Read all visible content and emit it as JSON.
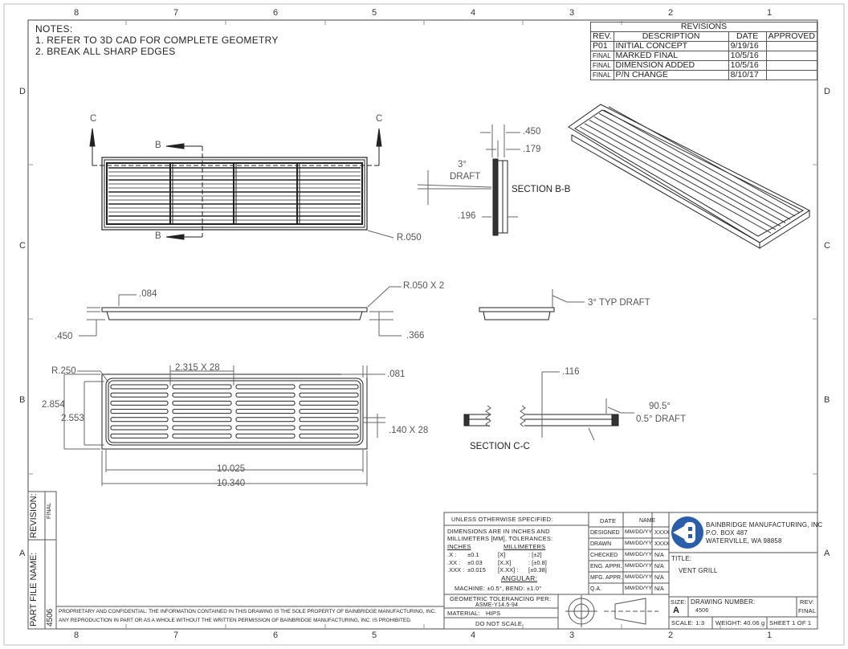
{
  "zones": {
    "columns": [
      "8",
      "7",
      "6",
      "5",
      "4",
      "3",
      "2",
      "1"
    ],
    "rows": [
      "D",
      "C",
      "B",
      "A"
    ]
  },
  "notes": {
    "title": "NOTES:",
    "items": [
      "1.  REFER TO 3D CAD FOR COMPLETE GEOMETRY",
      "2.  BREAK ALL SHARP EDGES"
    ]
  },
  "revisions": {
    "title": "REVISIONS",
    "headers": [
      "REV.",
      "DESCRIPTION",
      "DATE",
      "APPROVED"
    ],
    "rows": [
      [
        "P01",
        "INITIAL CONCEPT",
        "9/19/16",
        ""
      ],
      [
        "FINAL",
        "MARKED FINAL",
        "10/5/16",
        ""
      ],
      [
        "FINAL",
        "DIMENSION ADDED",
        "10/5/16",
        ""
      ],
      [
        "FINAL",
        "P/N CHANGE",
        "8/10/17",
        ""
      ]
    ]
  },
  "views": {
    "section_mark_c": "C",
    "section_mark_b": "B",
    "top_radius": "R.050",
    "section_bb": {
      "label": "SECTION B-B",
      "d1": ".450",
      "d2": ".179",
      "d3": ".196",
      "draft": "3°",
      "draft_label": "DRAFT"
    },
    "side": {
      "d_lip": ".084",
      "radius": "R.050 X 2",
      "height": ".450",
      "inner": ".366",
      "typ_draft": "3° TYP DRAFT"
    },
    "bottom": {
      "radius": "R.250",
      "slot_len": "2.315 X 28",
      "wall": ".081",
      "h_outer": "2.854",
      "h_inner": "2.553",
      "slot_w": ".140 X 28",
      "w_inner": "10.025",
      "w_outer": "10.340"
    },
    "section_cc": {
      "label": "SECTION C-C",
      "depth": ".116",
      "angle": "90.5°",
      "draft": "0.5° DRAFT"
    }
  },
  "title_block": {
    "unless": "UNLESS OTHERWISE SPECIFIED:",
    "dims_line1": "DIMENSIONS ARE IN INCHES AND",
    "dims_line2": "MILLIMETERS [MM], TOLERANCES:",
    "inches": "INCHES",
    "millimeters": "MILLIMETERS",
    "tol": [
      [
        ".X :",
        "±0.1",
        "[X]",
        "  : [±2]"
      ],
      [
        ".XX :",
        "±0.03",
        "[X.X]",
        "  : [±0.8]"
      ],
      [
        ".XXX :",
        "±0.015",
        "[X.XX] :",
        "[±0.38]"
      ]
    ],
    "angular": "ANGULAR:",
    "angular_vals": "MACHINE: ±0.5°, BEND: ±1.0°",
    "geo1": "GEOMETRIC TOLERANCING PER:",
    "geo2": "ASME-Y14.5-94",
    "material_label": "MATERIAL:",
    "material": "HIPS",
    "do_not_scale": "DO NOT SCALE",
    "sign_headers": [
      "",
      "DATE",
      "NAME"
    ],
    "sign_rows": [
      [
        "DESIGNED",
        "MM/DD/YY",
        "XXXX"
      ],
      [
        "DRAWN",
        "MM/DD/YY",
        "XXXX"
      ],
      [
        "CHECKED",
        "MM/DD/YY",
        "N/A"
      ],
      [
        "ENG. APPR.",
        "MM/DD/YY",
        "N/A"
      ],
      [
        "MFG. APPR.",
        "MM/DD/YY",
        "N/A"
      ],
      [
        "Q.A.",
        "MM/DD/YY",
        "N/A"
      ]
    ],
    "company": "BAINBRIDGE MANUFACTURING, INC",
    "address1": "P.O. BOX 487",
    "address2": "WATERVILLE, WA 98858",
    "title_label": "TITLE:",
    "title": "VENT GRILL",
    "size_label": "SIZE:",
    "size": "A",
    "dwg_label": "DRAWING NUMBER:",
    "dwg": "4506",
    "rev_label": "REV:",
    "rev": "FINAL",
    "scale": "SCALE: 1:3",
    "weight": "WEIGHT: 40.06 g",
    "sheet": "SHEET 1 OF 1",
    "brand_color": "#2b5ea8"
  },
  "side_strip": {
    "revision_label": "REVISION:",
    "revision": "FINAL",
    "part_label": "PART FILE NAME:",
    "part": "4506"
  },
  "proprietary": {
    "line1": "PROPRIETARY AND CONFIDENTIAL: THE INFORMATION CONTAINED IN THIS DRAWING IS THE SOLE PROPERTY OF BAINBRIDGE MANUFACTURING, INC.",
    "line2": "ANY REPRODUCTION IN PART OR AS A WHOLE WITHOUT THE WRITTEN PERMISSION OF BAINBRIDGE MANUFACTURING, INC. IS PROHIBITED."
  }
}
